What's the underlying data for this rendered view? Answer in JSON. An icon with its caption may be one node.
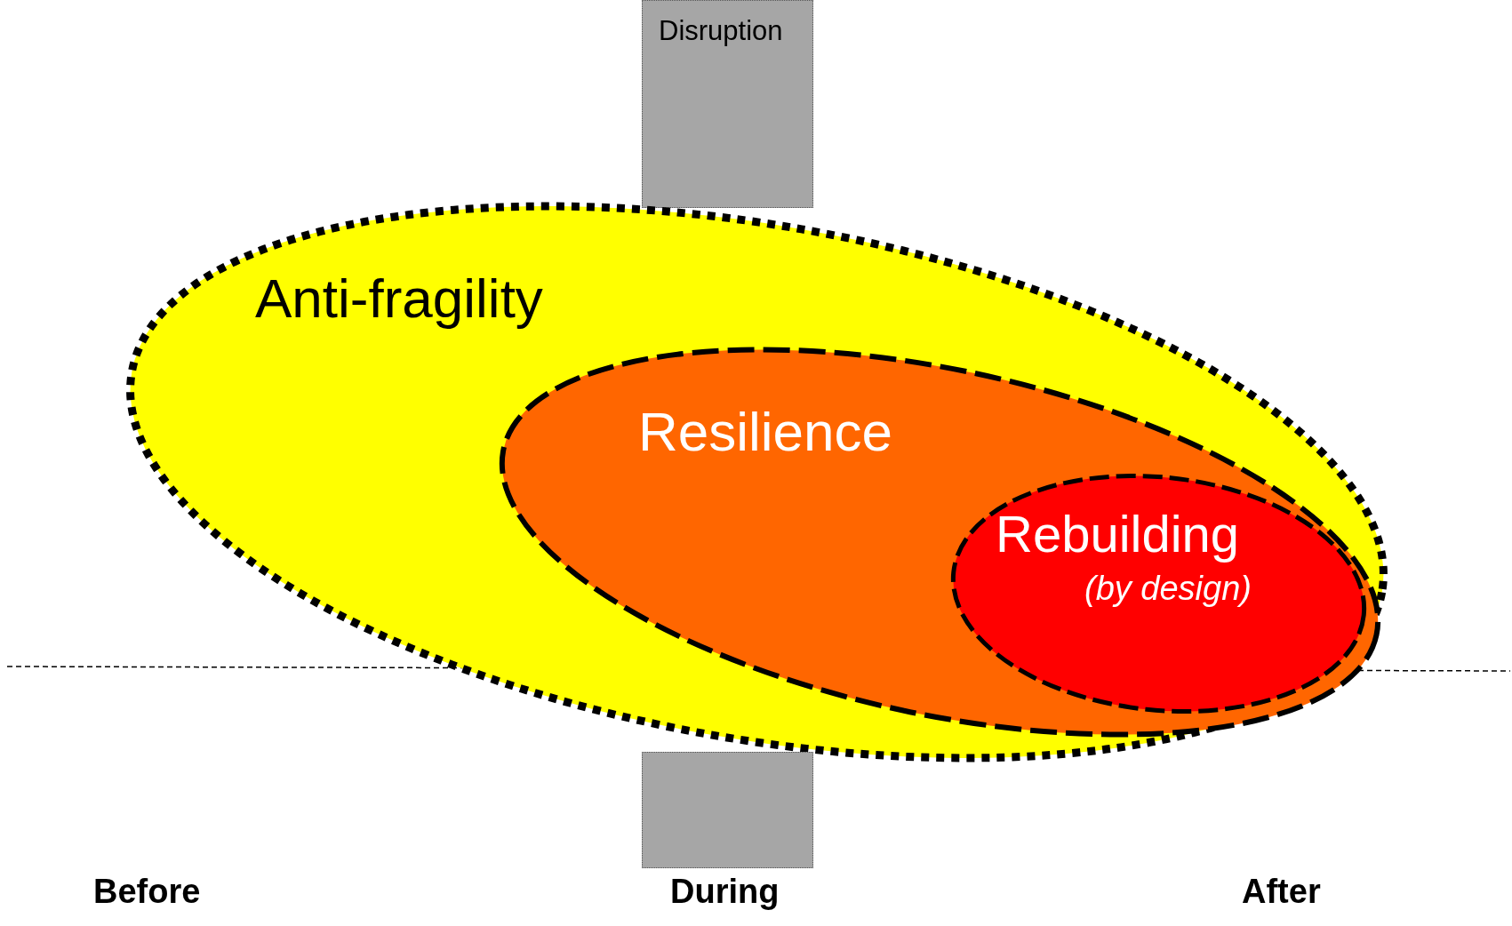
{
  "diagram": {
    "nodes": [
      {
        "text": [
          "Disruption"
        ]
      },
      {
        "text": [
          "Anti-fragility"
        ]
      },
      {
        "text": [
          "Resilience"
        ],
        "in": 1
      },
      {
        "text": [
          "Rebuilding",
          "(by design)"
        ],
        "in": 2
      },
      {
        "text": [],
        "shape": "bar"
      }
    ],
    "labels": [
      "Before",
      "During",
      "After"
    ]
  }
}
